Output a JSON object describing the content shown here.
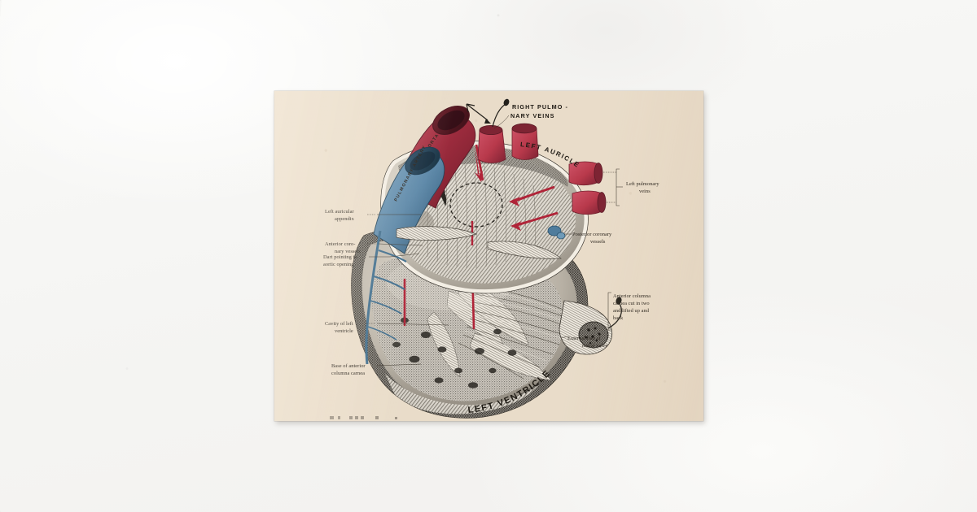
{
  "scene": {
    "background_description": "pale marble-white surface",
    "background_color": "#f4f4f2"
  },
  "postcard": {
    "paper_color": "#e9dcc9",
    "ink_color": "#2a241d",
    "artery_red": "#9e2c3e",
    "vein_red": "#b8394b",
    "pulmonary_blue": "#5b87a8",
    "arrow_red": "#b02438",
    "engraving_gray": "#6e6a63"
  },
  "plate": {
    "title_caps": [
      {
        "name": "right-pulmonary-veins",
        "line1": "RIGHT PULMO -",
        "line2": "NARY VEINS"
      }
    ],
    "curved_labels": [
      {
        "name": "left-auricle",
        "text": "LEFT AURICLE"
      },
      {
        "name": "left-ventricle",
        "text": "LEFT VENTRICLE"
      }
    ],
    "vessel_labels": [
      {
        "name": "aorta",
        "text": "AORTA",
        "color": "#9e2c3e"
      },
      {
        "name": "pulmonary-artery",
        "text": "PULMONARY ARTERY",
        "color": "#5b87a8"
      }
    ],
    "left_labels": [
      {
        "name": "left-auricular-appendix",
        "line1": "Left auricular",
        "line2": "appendix"
      },
      {
        "name": "anterior-coronary-vessels",
        "line1": "Anterior coro-",
        "line2": "nary vessels"
      },
      {
        "name": "dart-pointing-to-aortic-opening",
        "line1": "Dart pointing to",
        "line2": "aortic opening"
      },
      {
        "name": "cavity-of-left-ventricle",
        "line1": "Cavity of left",
        "line2": "ventricle"
      },
      {
        "name": "base-of-anterior-columna-carnea",
        "line1": "Base of anterior",
        "line2": "columna carnea"
      }
    ],
    "right_labels": [
      {
        "name": "left-pulmonary-veins",
        "line1": "Left pulmonary",
        "line2": "veins",
        "bracket": true
      },
      {
        "name": "posterior-coronary-vessels",
        "line1": "Posterior coronary",
        "line2": "vessels",
        "bracket": false
      },
      {
        "name": "anterior-columna-carnea-cut",
        "line1": "Anterior columna",
        "line2": "carnea cut in two",
        "line3": "and lifted up and",
        "line4": "back",
        "bracket": true
      },
      {
        "name": "external-flap-of-mitral-valve",
        "line1": "External flap of",
        "line2": "mitral valve",
        "bracket": false
      }
    ],
    "caption": {
      "name": "figure-caption",
      "text": ""
    }
  }
}
